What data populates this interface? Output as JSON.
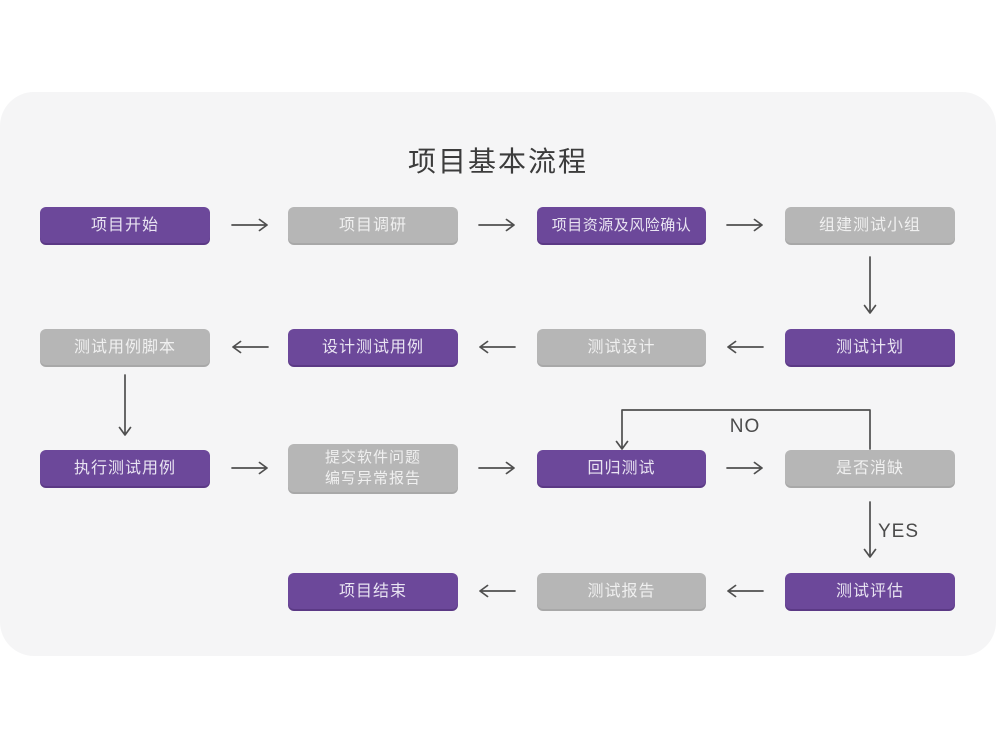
{
  "title": "项目基本流程",
  "labels": {
    "no": "NO",
    "yes": "YES"
  },
  "colors": {
    "page_background": "#ffffff",
    "card_background": "#f5f5f6",
    "node_purple": "#6c489a",
    "node_purple_edge": "#5b3985",
    "node_gray": "#b6b6b6",
    "node_gray_edge": "#a8a8a8",
    "node_text": "#f0f0f0",
    "arrow": "#4f4f4f",
    "title_text": "#3c3c3c"
  },
  "nodes": [
    {
      "id": "project-start",
      "label": "项目开始",
      "variant": "purple"
    },
    {
      "id": "project-research",
      "label": "项目调研",
      "variant": "gray"
    },
    {
      "id": "resource-risk-confirm",
      "label": "项目资源及风险确认",
      "variant": "purple"
    },
    {
      "id": "build-test-team",
      "label": "组建测试小组",
      "variant": "gray"
    },
    {
      "id": "test-plan",
      "label": "测试计划",
      "variant": "purple"
    },
    {
      "id": "test-design",
      "label": "测试设计",
      "variant": "gray"
    },
    {
      "id": "design-test-cases",
      "label": "设计测试用例",
      "variant": "purple"
    },
    {
      "id": "test-case-script",
      "label": "测试用例脚本",
      "variant": "gray"
    },
    {
      "id": "execute-test-cases",
      "label": "执行测试用例",
      "variant": "purple"
    },
    {
      "id": "submit-issue-report",
      "label": "提交软件问题\n编写异常报告",
      "variant": "gray"
    },
    {
      "id": "regression-test",
      "label": "回归测试",
      "variant": "purple"
    },
    {
      "id": "defect-resolved",
      "label": "是否消缺",
      "variant": "gray"
    },
    {
      "id": "test-evaluation",
      "label": "测试评估",
      "variant": "purple"
    },
    {
      "id": "test-report",
      "label": "测试报告",
      "variant": "gray"
    },
    {
      "id": "project-end",
      "label": "项目结束",
      "variant": "purple"
    }
  ],
  "edges": [
    {
      "from": "项目开始",
      "to": "项目调研",
      "label": ""
    },
    {
      "from": "项目调研",
      "to": "项目资源及风险确认",
      "label": ""
    },
    {
      "from": "项目资源及风险确认",
      "to": "组建测试小组",
      "label": ""
    },
    {
      "from": "组建测试小组",
      "to": "测试计划",
      "label": ""
    },
    {
      "from": "测试计划",
      "to": "测试设计",
      "label": ""
    },
    {
      "from": "测试设计",
      "to": "设计测试用例",
      "label": ""
    },
    {
      "from": "设计测试用例",
      "to": "测试用例脚本",
      "label": ""
    },
    {
      "from": "测试用例脚本",
      "to": "执行测试用例",
      "label": ""
    },
    {
      "from": "执行测试用例",
      "to": "提交软件问题 编写异常报告",
      "label": ""
    },
    {
      "from": "提交软件问题 编写异常报告",
      "to": "回归测试",
      "label": ""
    },
    {
      "from": "回归测试",
      "to": "是否消缺",
      "label": ""
    },
    {
      "from": "是否消缺",
      "to": "回归测试",
      "label": "NO"
    },
    {
      "from": "是否消缺",
      "to": "测试评估",
      "label": "YES"
    },
    {
      "from": "测试评估",
      "to": "测试报告",
      "label": ""
    },
    {
      "from": "测试报告",
      "to": "项目结束",
      "label": ""
    }
  ]
}
